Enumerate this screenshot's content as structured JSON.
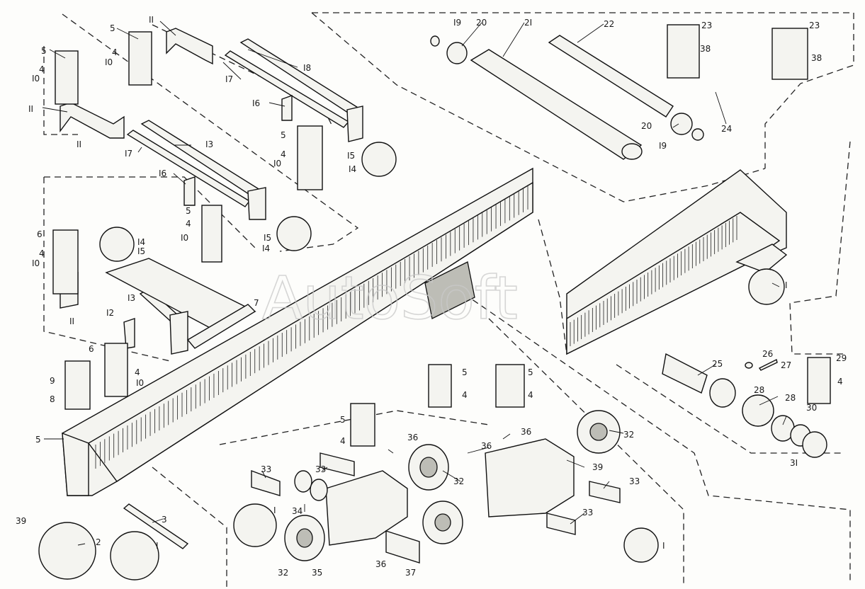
{
  "watermark": "AutoSoft",
  "callouts": {
    "c1": "5",
    "c2": "II",
    "c3": "4",
    "c4": "I0",
    "c5": "5",
    "c6": "4",
    "c7": "I0",
    "c8": "II",
    "c9": "I8",
    "c10": "I7",
    "c11": "I6",
    "c12": "II",
    "c13": "I3",
    "c14": "I7",
    "c15": "I6",
    "c16": "5",
    "c17": "4",
    "c18": "I0",
    "c19": "I5",
    "c20": "I4",
    "c21": "5",
    "c22": "4",
    "c23": "I0",
    "c24": "I5",
    "c25": "I4",
    "c26": "6",
    "c27": "4",
    "c28": "I0",
    "c29": "I4",
    "c30": "I5",
    "c31": "I3",
    "c32": "I2",
    "c33": "II",
    "c34": "7",
    "c35": "6",
    "c36": "4",
    "c37": "I0",
    "c38": "9",
    "c39": "8",
    "c40": "5",
    "c41": "I9",
    "c42": "20",
    "c43": "2I",
    "c44": "22",
    "c45": "23",
    "c46": "38",
    "c47": "23",
    "c48": "38",
    "c49": "20",
    "c50": "I9",
    "c51": "24",
    "c52": "I",
    "c53": "25",
    "c54": "26",
    "c55": "27",
    "c56": "28",
    "c57": "28",
    "c58": "30",
    "c59": "29",
    "c60": "4",
    "c61": "3I",
    "c62": "32",
    "c63": "5",
    "c64": "4",
    "c65": "5",
    "c66": "4",
    "c67": "5",
    "c68": "4",
    "c69": "36",
    "c70": "36",
    "c71": "36",
    "c72": "33",
    "c73": "33",
    "c74": "I",
    "c75": "34",
    "c76": "32",
    "c77": "35",
    "c78": "36",
    "c79": "37",
    "c80": "32",
    "c81": "39",
    "c82": "33",
    "c83": "33",
    "c84": "I",
    "c85": "39",
    "c86": "2",
    "c87": "3",
    "c88": "I"
  }
}
